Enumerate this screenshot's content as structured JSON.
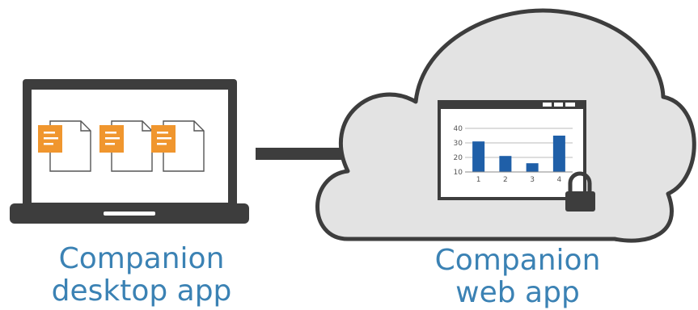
{
  "desktop": {
    "label_line1": "Companion",
    "label_line2": "desktop app",
    "document_count": 3,
    "colors": {
      "frame": "#3d3d3d",
      "screen": "#ffffff",
      "doc_icon": "#f0962e"
    }
  },
  "web": {
    "label_line1": "Companion",
    "label_line2": "web app",
    "colors": {
      "cloud_fill": "#e3e3e3",
      "cloud_stroke": "#3d3d3d",
      "bar": "#1f5fa8",
      "label": "#3b82b4"
    }
  },
  "arrow": {
    "icon": "right-arrow-icon",
    "color": "#3d3d3d"
  },
  "lock": {
    "icon": "padlock-icon"
  },
  "chart_data": {
    "type": "bar",
    "categories": [
      "1",
      "2",
      "3",
      "4"
    ],
    "values": [
      31,
      21,
      16,
      35
    ],
    "yticks": [
      "10",
      "20",
      "30",
      "40"
    ],
    "ylim": [
      10,
      40
    ],
    "grid": true,
    "color": "#1f5fa8"
  }
}
